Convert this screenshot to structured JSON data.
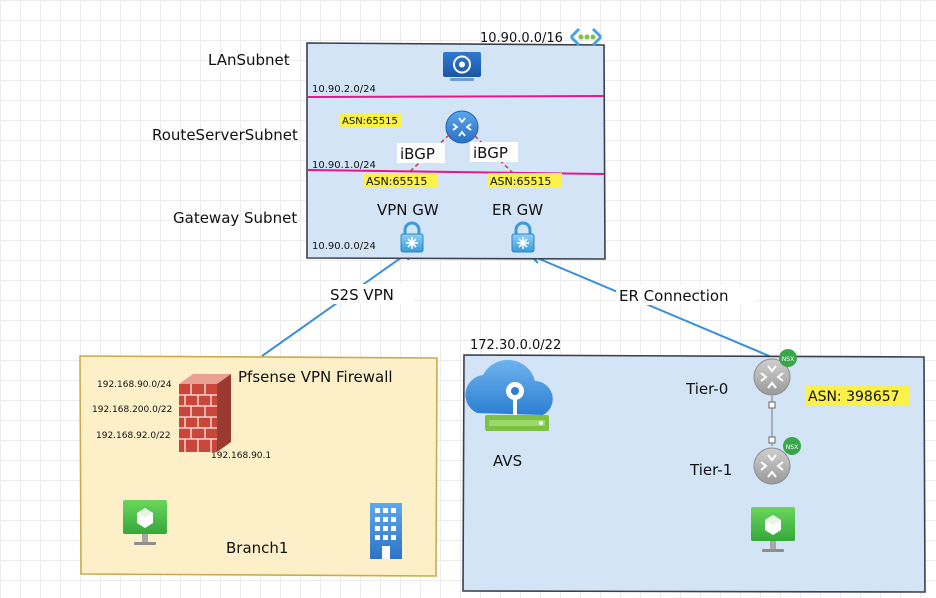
{
  "vnet": {
    "cidr": "10.90.0.0/16",
    "subnets": {
      "lan": {
        "name": "LAnSubnet",
        "cidr": "10.90.2.0/24"
      },
      "routeserver": {
        "name": "RouteServerSubnet",
        "cidr": "10.90.1.0/24",
        "asn": "ASN:65515"
      },
      "gateway": {
        "name": "Gateway Subnet",
        "cidr": "10.90.0.0/24"
      }
    },
    "ibgp_left": "iBGP",
    "ibgp_right": "iBGP",
    "vpn_gw": {
      "label": "VPN GW",
      "asn": "ASN:65515"
    },
    "er_gw": {
      "label": "ER GW",
      "asn": "ASN:65515"
    }
  },
  "connections": {
    "s2s": "S2S VPN",
    "er": "ER Connection"
  },
  "branch": {
    "name": "Branch1",
    "firewall": "Pfsense VPN Firewall",
    "routes": [
      "192.168.90.0/24",
      "192.168.200.0/22",
      "192.168.92.0/22"
    ],
    "fw_ip": "192.168.90.1"
  },
  "avs": {
    "cidr": "172.30.0.0/22",
    "name": "AVS",
    "tier0": "Tier-0",
    "tier1": "Tier-1",
    "asn": "ASN: 398657",
    "nsx_badge": "NSX"
  },
  "colors": {
    "vnet_fill": "#d4e4f7",
    "branch_fill": "#fdf0c8",
    "branch_border": "#c9ad4a",
    "subnet_line": "#e6178c",
    "link_line": "#3c8fdc",
    "highlight": "#fbf14a",
    "monitor_green": "#4fc24b",
    "router_grey": "#9a9a9a",
    "nsx_green": "#3aa64b",
    "lock_blue": "#3b9ad8"
  }
}
